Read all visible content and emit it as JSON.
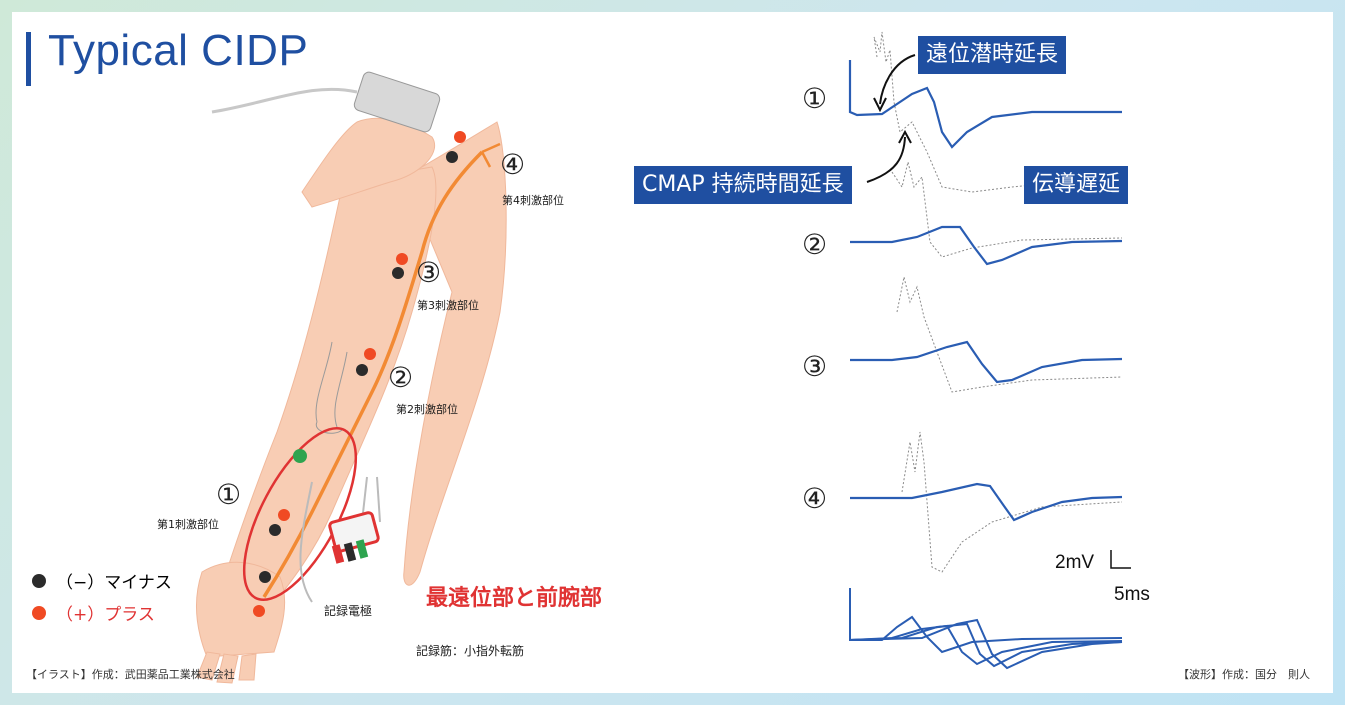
{
  "title": "Typical CIDP",
  "illustration": {
    "sites": [
      {
        "num": "④",
        "label": "第4刺激部位"
      },
      {
        "num": "③",
        "label": "第3刺激部位"
      },
      {
        "num": "②",
        "label": "第2刺激部位"
      },
      {
        "num": "①",
        "label": "第1刺激部位"
      }
    ],
    "legend": {
      "minus": "（−）マイナス",
      "plus": "（+）プラス",
      "minus_color": "#2b2b2b",
      "plus_color": "#f04a23"
    },
    "electrode_label": "記録電極",
    "emphasis": "最遠位部と前腕部",
    "muscle": "記録筋：小指外転筋",
    "credit": "【イラスト】作成：武田薬品工業株式会社"
  },
  "waveforms": {
    "trace_labels": [
      "①",
      "②",
      "③",
      "④"
    ],
    "annotations": {
      "distal_latency": "遠位潜時延長",
      "cmap_duration": "CMAP 持続時間延長",
      "conduction_delay": "伝導遅延"
    },
    "scale": {
      "voltage": "2mV",
      "time": "5ms"
    },
    "credit": "【波形】作成：国分　則人",
    "colors": {
      "trace": "#2a5db3",
      "normal": "#8a8a8a",
      "box": "#1f4fa1"
    }
  }
}
